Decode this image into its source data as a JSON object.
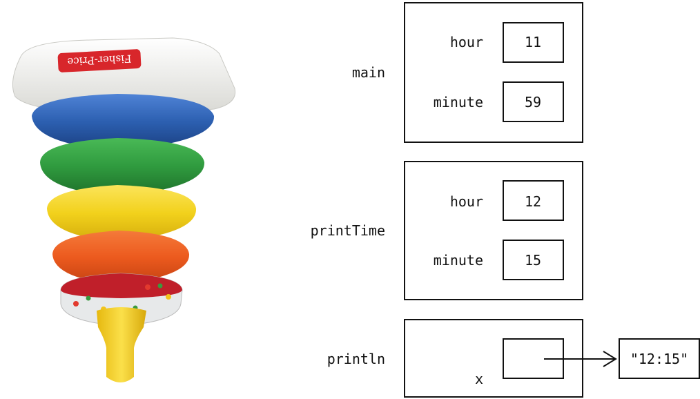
{
  "image": {
    "subject": "stacking-ring-toy-upside-down",
    "brand_logo_text": "Fisher-Price",
    "ring_colors": [
      "#2c5fb0",
      "#2f9a3e",
      "#f2d11c",
      "#ec5a1e",
      "#c01f2a"
    ],
    "cap_color": "#f0f0ec",
    "base_color": "#f5d31a"
  },
  "frames": [
    {
      "name": "main",
      "vars": [
        {
          "name": "hour",
          "value": "11"
        },
        {
          "name": "minute",
          "value": "59"
        }
      ]
    },
    {
      "name": "printTime",
      "vars": [
        {
          "name": "hour",
          "value": "12"
        },
        {
          "name": "minute",
          "value": "15"
        }
      ]
    },
    {
      "name": "println",
      "vars": [
        {
          "name": "x",
          "value": ""
        }
      ]
    }
  ],
  "string_object": {
    "value": "\"12:15\""
  }
}
